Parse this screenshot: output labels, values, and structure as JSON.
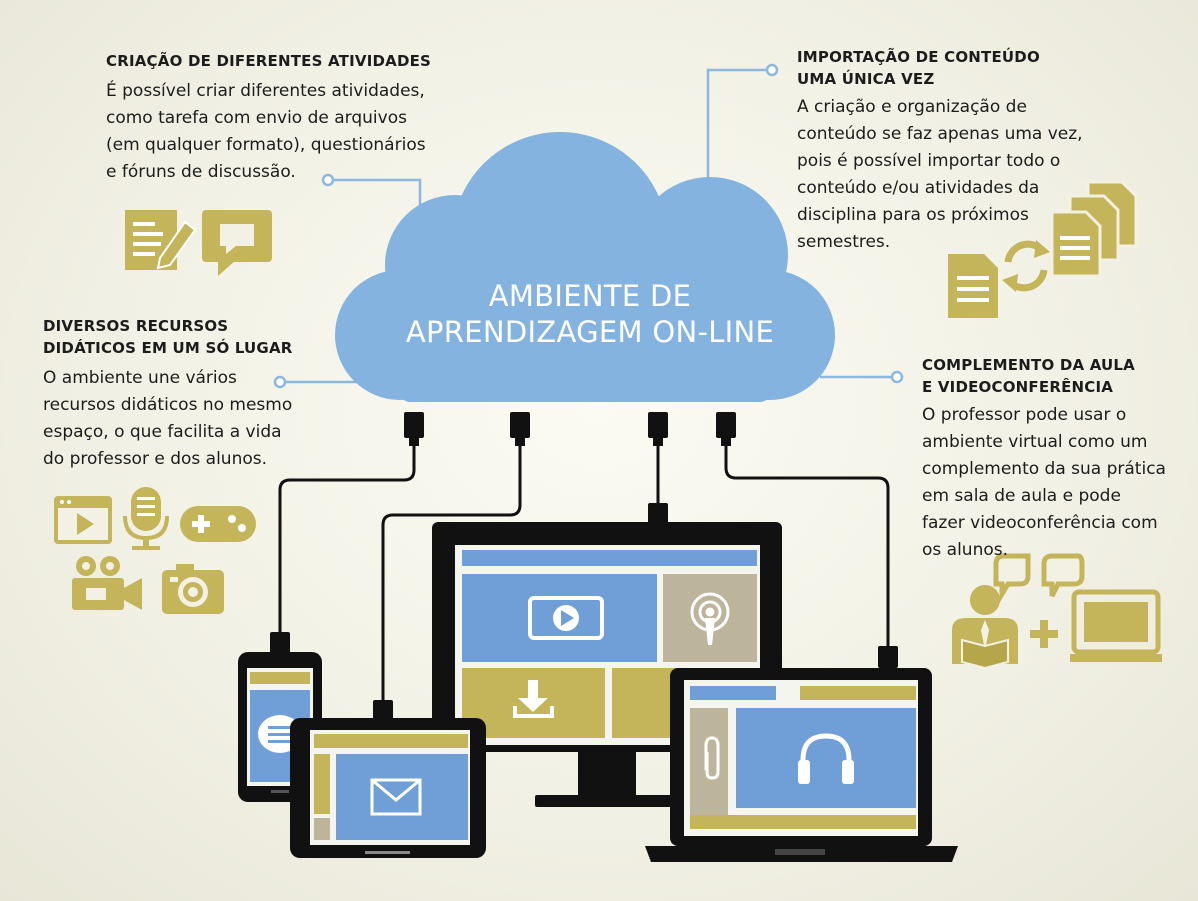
{
  "cloud": {
    "title_line1": "AMBIENTE DE",
    "title_line2": "APRENDIZAGEM ON-LINE",
    "color": "#85b3e0"
  },
  "sections": {
    "activities": {
      "title": "CRIAÇÃO DE DIFERENTES ATIVIDADES",
      "lines": [
        "É possível criar diferentes atividades,",
        "como tarefa com envio de arquivos",
        "(em qualquer formato), questionários",
        "e fóruns de discussão."
      ],
      "icons": [
        "edit-document-icon",
        "chat-bubble-icon"
      ]
    },
    "resources": {
      "title_lines": [
        "DIVERSOS RECURSOS",
        "DIDÁTICOS EM UM SÓ LUGAR"
      ],
      "lines": [
        "O ambiente une vários",
        "recursos didáticos no mesmo",
        "espaço, o que facilita a vida",
        "do professor e dos alunos."
      ],
      "icons": [
        "video-player-icon",
        "microphone-icon",
        "gamepad-icon",
        "video-camera-icon",
        "photo-camera-icon"
      ]
    },
    "import": {
      "title_lines": [
        "IMPORTAÇÃO DE CONTEÚDO",
        "UMA ÚNICA VEZ"
      ],
      "lines": [
        "A criação e organização de",
        "conteúdo se faz apenas uma vez,",
        "pois é possível importar todo o",
        "conteúdo e/ou atividades da",
        "disciplina para os próximos",
        "semestres."
      ],
      "icons": [
        "document-icon",
        "sync-icon",
        "documents-stack-icon"
      ]
    },
    "video": {
      "title_lines": [
        "COMPLEMENTO DA AULA",
        "E VIDEOCONFERÊNCIA"
      ],
      "lines": [
        "O professor pode usar o",
        "ambiente virtual como um",
        "complemento da sua prática",
        "em sala de aula e pode",
        "fazer videoconferência com",
        "os alunos."
      ],
      "icons": [
        "teacher-icon",
        "speech-bubble-icon",
        "plus-icon",
        "laptop-icon"
      ]
    }
  },
  "devices": [
    "smartphone",
    "tablet",
    "monitor",
    "laptop"
  ],
  "colors": {
    "gold": "#c4b45a",
    "gold_dark": "#b5a64a",
    "blue": "#85b3e0",
    "screen_blue": "#6f9fd6",
    "panel_gray": "#bdb49c",
    "device_black": "#111111",
    "connector_line": "#8cb8e0"
  }
}
